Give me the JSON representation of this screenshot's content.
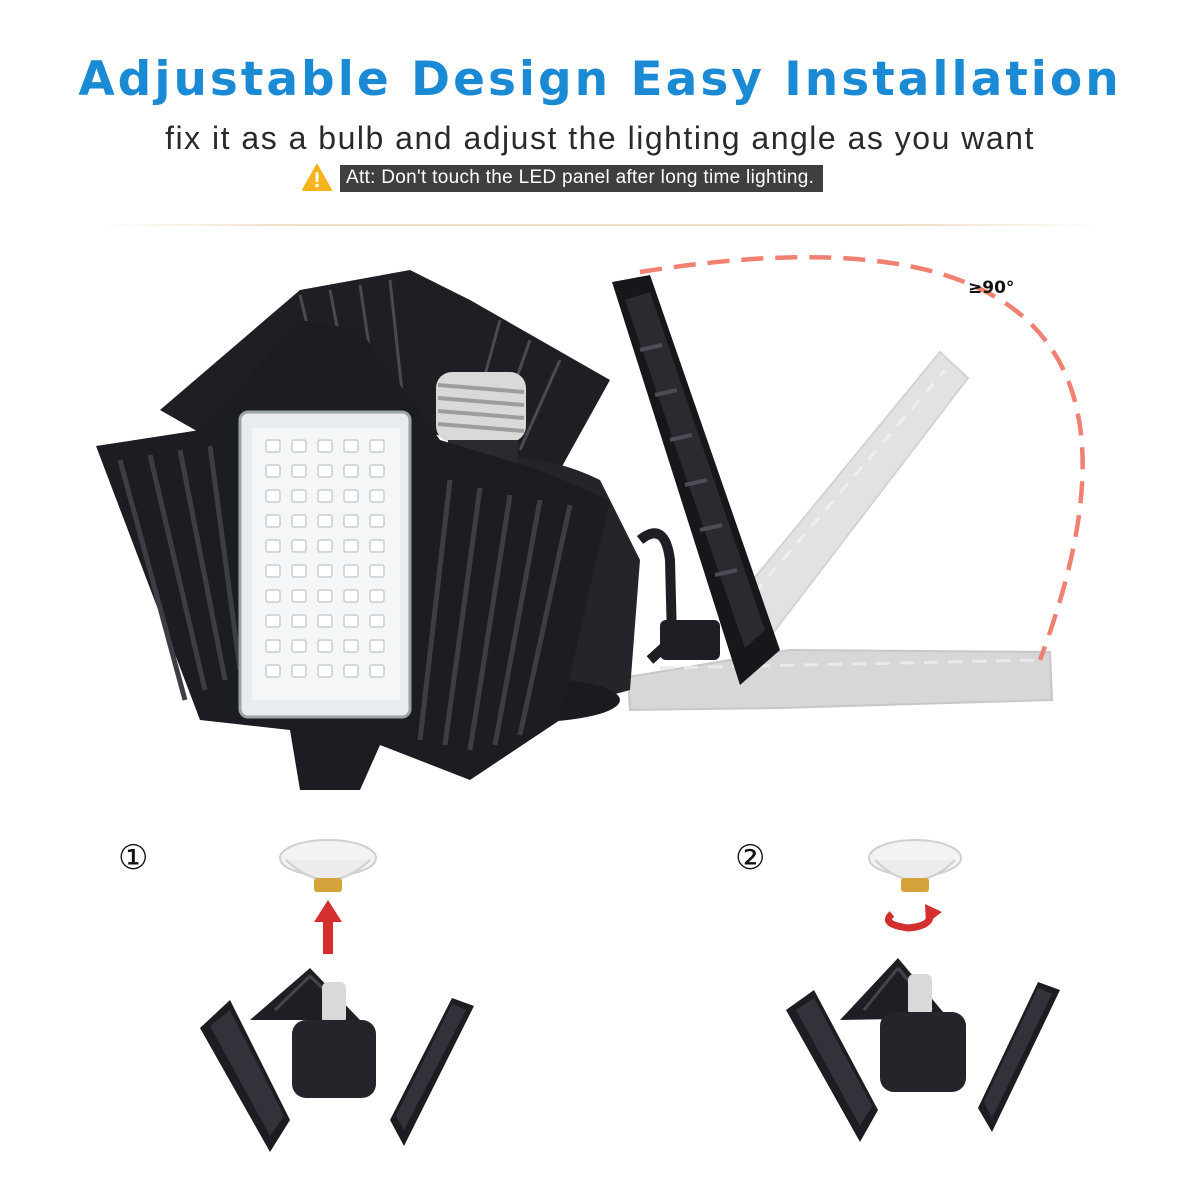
{
  "header": {
    "title": "Adjustable Design Easy Installation",
    "subtitle": "fix it as a bulb and adjust the lighting angle as you want",
    "warning": "Att: Don't touch the LED panel after long time lighting.",
    "warning_icon": "warning-triangle-icon"
  },
  "hero": {
    "angle_label": "≥90°",
    "arc_color": "#f08070"
  },
  "steps": [
    {
      "number": "①",
      "action_icon": "arrow-up-icon",
      "action_color": "#d32f2f"
    },
    {
      "number": "②",
      "action_icon": "rotate-arrow-icon",
      "action_color": "#d32f2f"
    }
  ],
  "colors": {
    "title": "#1a8ad4",
    "warning_bg": "#3f3f3f",
    "warning_icon": "#f6b31a",
    "fixture": "#1e1f24"
  }
}
